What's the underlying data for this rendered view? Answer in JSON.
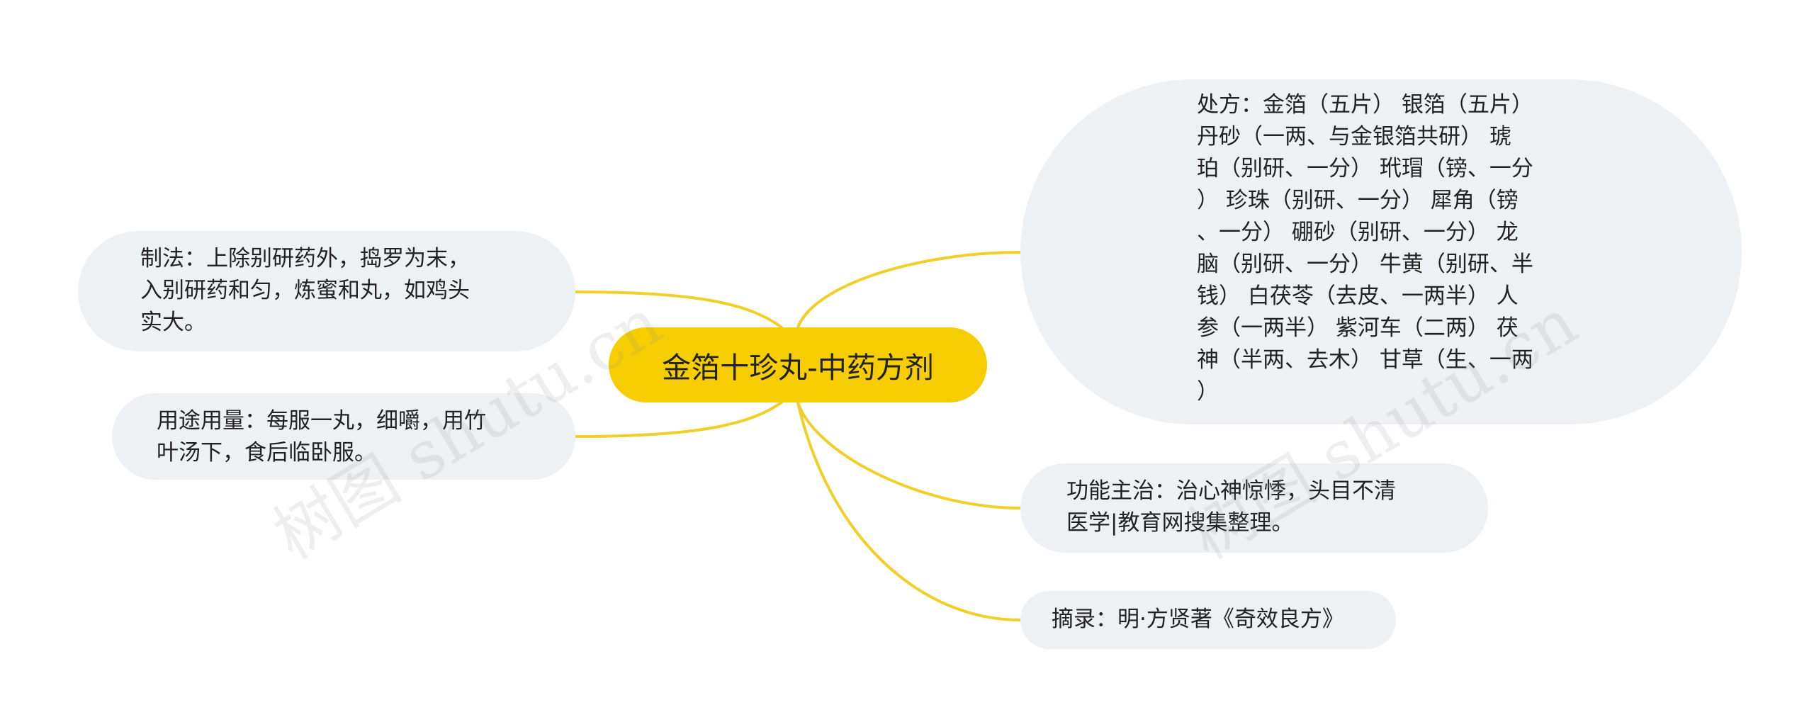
{
  "title": "金箔十珍丸-中药方剂",
  "nodes": {
    "prescription": "处方：金箔（五片） 银箔（五片）\n 丹砂（一两、与金银箔共研） 琥\n珀（别研、一分） 玳瑁（镑、一分\n） 珍珠（别研、一分） 犀角（镑\n、一分） 硼砂（别研、一分） 龙\n脑（别研、一分） 牛黄（别研、半\n钱） 白茯苓（去皮、一两半） 人\n参（一两半） 紫河车（二两） 茯\n神（半两、去木） 甘草（生、一两\n）",
    "method": "制法：上除别研药外，捣罗为末，\n入别研药和匀，炼蜜和丸，如鸡头\n实大。",
    "usage": "用途用量：每服一丸，细嚼，用竹\n叶汤下，食后临卧服。",
    "function": "功能主治：治心神惊悸，头目不清\n医学|教育网搜集整理。",
    "excerpt": "摘录：明·方贤著《奇效良方》"
  },
  "watermark": "树图 shutu.cn",
  "colors": {
    "center": "#f5cd00",
    "node": "#eef1f4",
    "link": "#f1cf28"
  }
}
